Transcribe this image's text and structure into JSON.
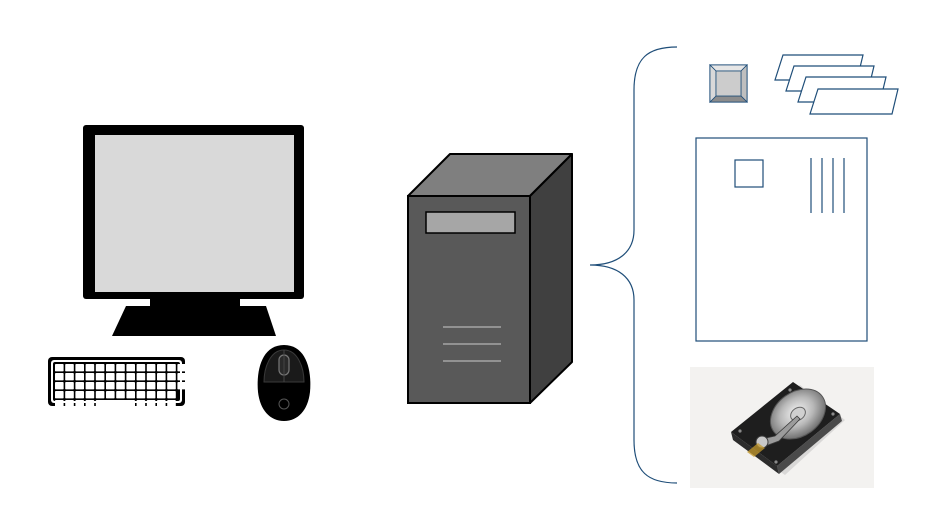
{
  "diagram": {
    "components": [
      {
        "id": "monitor",
        "icon": "monitor-icon"
      },
      {
        "id": "keyboard",
        "icon": "keyboard-icon"
      },
      {
        "id": "mouse",
        "icon": "mouse-icon"
      },
      {
        "id": "tower",
        "icon": "computer-tower-icon"
      },
      {
        "id": "cpu",
        "icon": "cpu-chip-icon"
      },
      {
        "id": "ram",
        "icon": "memory-modules-icon"
      },
      {
        "id": "motherboard",
        "icon": "motherboard-icon"
      },
      {
        "id": "hard-drive",
        "icon": "hard-drive-icon"
      }
    ],
    "colors": {
      "background": "#ffffff",
      "outline": "#000000",
      "screen": "#d9d9d9",
      "tower_front": "#595959",
      "tower_top": "#7f7f7f",
      "tower_side": "#404040",
      "tower_panel": "#a6a6a6",
      "accent_line": "#1f4e79"
    }
  }
}
